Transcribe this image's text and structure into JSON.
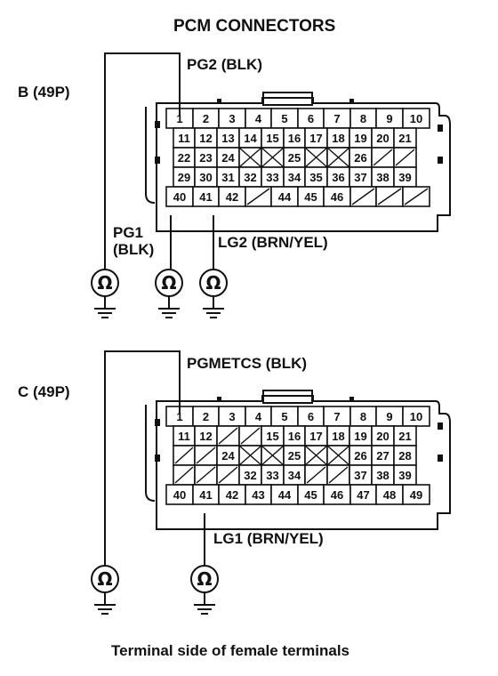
{
  "title": "PCM CONNECTORS",
  "footer": "Terminal side of female terminals",
  "connectors": [
    {
      "id": "B",
      "label": "B (49P)",
      "rows": [
        [
          "1",
          "2",
          "3",
          "4",
          "5",
          "6",
          "7",
          "8",
          "9",
          "10"
        ],
        [
          "11",
          "12",
          "13",
          "14",
          "15",
          "16",
          "17",
          "18",
          "19",
          "20",
          "21"
        ],
        [
          "22",
          "23",
          "24",
          "X",
          "X",
          "25",
          "X",
          "X",
          "26",
          "/",
          "/"
        ],
        [
          "29",
          "30",
          "31",
          "32",
          "33",
          "34",
          "35",
          "36",
          "37",
          "38",
          "39"
        ],
        [
          "40",
          "41",
          "42",
          "/",
          "44",
          "45",
          "46",
          "/",
          "/",
          "/"
        ]
      ],
      "wire_labels": {
        "pg2": "PG2 (BLK)",
        "pg1": "PG1\n(BLK)",
        "lg2": "LG2 (BRN/YEL)"
      }
    },
    {
      "id": "C",
      "label": "C (49P)",
      "rows": [
        [
          "1",
          "2",
          "3",
          "4",
          "5",
          "6",
          "7",
          "8",
          "9",
          "10"
        ],
        [
          "11",
          "12",
          "/",
          "/",
          "15",
          "16",
          "17",
          "18",
          "19",
          "20",
          "21"
        ],
        [
          "/",
          "/",
          "24",
          "X",
          "X",
          "25",
          "X",
          "X",
          "26",
          "27",
          "28"
        ],
        [
          "/",
          "/",
          "/",
          "32",
          "33",
          "34",
          "/",
          "/",
          "37",
          "38",
          "39"
        ],
        [
          "40",
          "41",
          "42",
          "43",
          "44",
          "45",
          "46",
          "47",
          "48",
          "49"
        ]
      ],
      "wire_labels": {
        "pgmetcs": "PGMETCS (BLK)",
        "lg1": "LG1 (BRN/YEL)"
      }
    }
  ],
  "ohm_symbol": "Ω"
}
